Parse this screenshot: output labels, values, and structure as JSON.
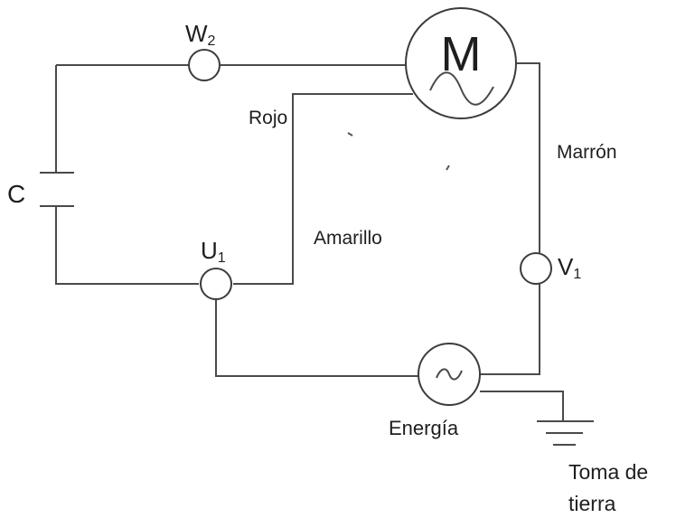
{
  "diagram": {
    "motor": {
      "symbol": "M"
    },
    "capacitor": {
      "label": "C"
    },
    "terminals": {
      "w": {
        "letter": "W",
        "sub": "2"
      },
      "u": {
        "letter": "U",
        "sub": "1"
      },
      "v": {
        "letter": "V",
        "sub": "1"
      }
    },
    "wires": {
      "red": "Rojo",
      "yellow": "Amarillo",
      "brown": "Marrón"
    },
    "power_label": "Energía",
    "ground_label_line1": "Toma de",
    "ground_label_line2": "tierra"
  },
  "colors": {
    "line": "#4a4a4a",
    "text": "#1e1e1e",
    "background": "#ffffff"
  }
}
